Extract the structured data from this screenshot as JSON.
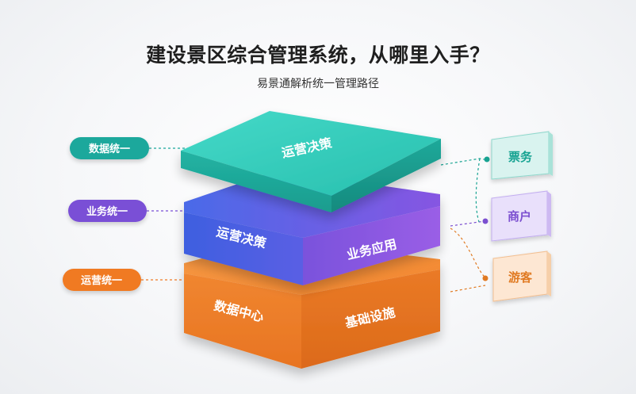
{
  "header": {
    "title": "建设景区综合管理系统，从哪里入手？",
    "subtitle": "易景通解析统一管理路径"
  },
  "layers": {
    "top": {
      "face": "运营决策"
    },
    "middle": {
      "left_face": "运营决策",
      "right_face": "业务应用"
    },
    "bottom": {
      "left_face": "数据中心",
      "right_face": "基础设施"
    }
  },
  "left_pills": [
    {
      "label": "数据统一",
      "color": "#1aa89c"
    },
    {
      "label": "业务统一",
      "color": "#7a4fd6"
    },
    {
      "label": "运营统一",
      "color": "#f07a24"
    }
  ],
  "right_tags": [
    {
      "label": "票务",
      "color": "#18a392"
    },
    {
      "label": "商户",
      "color": "#7b4fd0"
    },
    {
      "label": "游客",
      "color": "#e07a22"
    }
  ],
  "colors": {
    "teal": "#2ec9b8",
    "blue": "#4a67e6",
    "purple": "#8a56e0",
    "orange": "#f0842c"
  }
}
